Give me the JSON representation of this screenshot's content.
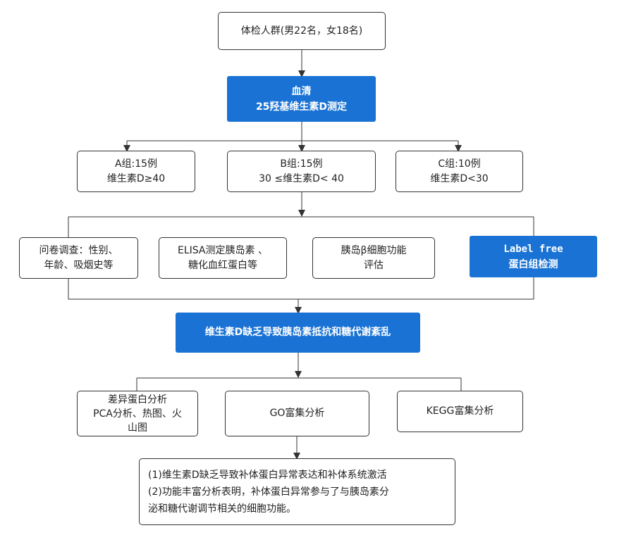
{
  "colors": {
    "accent": "#1a73d4",
    "border": "#333333",
    "text": "#222222"
  },
  "nodes": {
    "population": {
      "lines": [
        "体检人群(男22名，女18名)"
      ]
    },
    "serum": {
      "lines": [
        "血清",
        "25羟基维生素D测定"
      ]
    },
    "group_a": {
      "lines": [
        "A组:15例",
        "维生素D≥40"
      ]
    },
    "group_b": {
      "lines": [
        "B组:15例",
        "30 ≤维生素D< 40"
      ]
    },
    "group_c": {
      "lines": [
        "C组:10例",
        "维生素D<30"
      ]
    },
    "questionnaire": {
      "lines": [
        "问卷调查：性别、",
        "年龄、吸烟史等"
      ]
    },
    "elisa": {
      "lines": [
        "ELISA测定胰岛素 、",
        "糖化血红蛋白等"
      ]
    },
    "beta_cell": {
      "lines": [
        "胰岛β细胞功能",
        "评估"
      ]
    },
    "label_free": {
      "lines": [
        "Label free",
        "蛋白组检测"
      ]
    },
    "conclusion_main": {
      "lines": [
        "维生素D缺乏导致胰岛素抵抗和糖代谢紊乱"
      ]
    },
    "diff_protein": {
      "lines": [
        "差异蛋白分析",
        "PCA分析、热图、火",
        "山图"
      ]
    },
    "go": {
      "lines": [
        "GO富集分析"
      ]
    },
    "kegg": {
      "lines": [
        "KEGG富集分析"
      ]
    },
    "findings": {
      "lines": [
        "(1)维生素D缺乏导致补体蛋白异常表达和补体系统激活",
        "(2)功能丰富分析表明，补体蛋白异常参与了与胰岛素分",
        "泌和糖代谢调节相关的细胞功能。"
      ]
    }
  }
}
